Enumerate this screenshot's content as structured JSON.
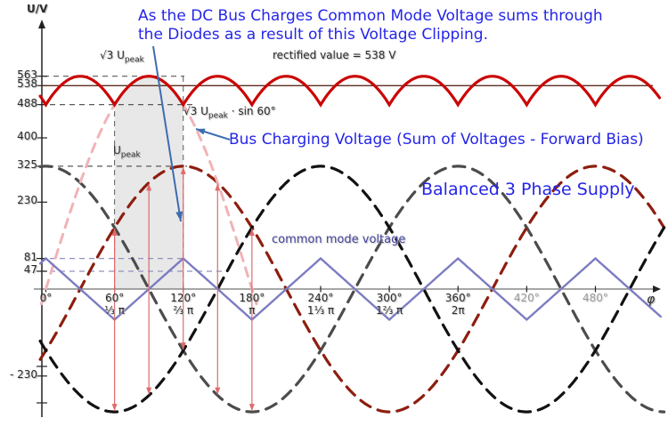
{
  "labels": {
    "unit": "U/V",
    "title1": "As the DC Bus Charges Common Mode Voltage sums through",
    "title2": "the Diodes as a result of this Voltage Clipping.",
    "rectified": "rectified value = 538 V",
    "sqrt3_main": "√3 U",
    "peak_sub": "peak",
    "sin_tail": " · sin 60°",
    "u_main": "U",
    "bus": "Bus Charging Voltage (Sum of Voltages - Forward Bias)",
    "balanced": "Balanced 3 Phase Supply",
    "common": "common mode voltage",
    "phi": "φ"
  },
  "colors": {
    "phaseGray": "#4c4c4c",
    "phaseRed": "#8d1e0f",
    "phaseBlack": "#121212",
    "pink": "#f1b3b7",
    "rectRed": "#cb0606",
    "avgLine": "#5c2d21",
    "triBlue": "#7c7cc2",
    "redArrow": "#e06b6b",
    "dashGray": "#5a5a5a",
    "dashBlueGray": "#9191bf",
    "axis": "#888888",
    "yAxis": "#222222",
    "blueArrow": "#3e6cb0",
    "shade": "#e4e4e4",
    "titleBlue": "#2525e8",
    "commonLabel": "#45459d"
  },
  "chart_data": {
    "type": "line",
    "title": "As the DC Bus Charges Common Mode Voltage sums through the Diodes as a result of this Voltage Clipping.",
    "x_axis": {
      "symbol": "φ",
      "unit": "degrees",
      "ticks": [
        {
          "deg": 0,
          "label": "0°",
          "radian": ""
        },
        {
          "deg": 60,
          "label": "60°",
          "radian": "⅓ π"
        },
        {
          "deg": 120,
          "label": "120°",
          "radian": "⅔ π"
        },
        {
          "deg": 180,
          "label": "180°",
          "radian": "π"
        },
        {
          "deg": 240,
          "label": "240°",
          "radian": "1⅓ π"
        },
        {
          "deg": 300,
          "label": "300°",
          "radian": "1⅔ π"
        },
        {
          "deg": 360,
          "label": "360°",
          "radian": "2π"
        },
        {
          "deg": 420,
          "label": "420°",
          "radian": "",
          "muted": true
        },
        {
          "deg": 480,
          "label": "480°",
          "radian": "",
          "muted": true
        }
      ]
    },
    "y_axis": {
      "unit": "U/V",
      "ticks": [
        {
          "value": 563,
          "label": "563"
        },
        {
          "value": 538,
          "label": "538"
        },
        {
          "value": 488,
          "label": "488"
        },
        {
          "value": 400,
          "label": "400"
        },
        {
          "value": 325,
          "label": "325"
        },
        {
          "value": 230,
          "label": "230"
        },
        {
          "value": 81,
          "label": "81"
        },
        {
          "value": 47,
          "label": "47"
        },
        {
          "value": -230,
          "label": "- 230"
        }
      ]
    },
    "series": [
      {
        "name": "phase-1-supply",
        "kind": "cos",
        "amplitude": 325,
        "phase_deg": 0,
        "from_deg": -5,
        "to_deg": 540,
        "dashed": true,
        "color_key": "phaseGray",
        "width": 3.2
      },
      {
        "name": "phase-2-supply",
        "kind": "cos",
        "amplitude": 325,
        "phase_deg": 120,
        "from_deg": -5,
        "to_deg": 540,
        "dashed": true,
        "color_key": "phaseRed",
        "width": 3.2
      },
      {
        "name": "phase-3-supply",
        "kind": "cos",
        "amplitude": 325,
        "phase_deg": 240,
        "from_deg": -5,
        "to_deg": 540,
        "dashed": true,
        "color_key": "phaseBlack",
        "width": 3.2
      },
      {
        "name": "bus-charging-voltage",
        "kind": "sin",
        "amplitude": 563,
        "phase_deg": 0,
        "from_deg": -4,
        "to_deg": 184,
        "dashed": true,
        "color_key": "pink",
        "width": 3
      },
      {
        "name": "rectified-dc-bus",
        "kind": "envelope6",
        "amplitude": 563,
        "valley": 488,
        "average": 538,
        "from_deg": -5,
        "to_deg": 536,
        "dashed": false,
        "color_key": "rectRed",
        "width": 3.2
      },
      {
        "name": "common-mode-voltage",
        "kind": "triangle",
        "amplitude": 81,
        "period_deg": 120,
        "peak_at_deg": 0,
        "from_deg": -5,
        "to_deg": 537,
        "dashed": false,
        "color_key": "triBlue",
        "width": 2.4
      }
    ],
    "annotations": {
      "arrow_degs": [
        60,
        90,
        120,
        150,
        180
      ],
      "shade_from_deg": 60,
      "shade_to_deg": 120,
      "average_value": 538,
      "key_values": {
        "sqrt3_upeak": 563,
        "sqrt3_upeak_sin60": 488,
        "upeak": 325,
        "common_mode_peak": 81,
        "common_mode_rms": 47
      },
      "gridlines": {
        "horizontal_values": [
          563,
          488,
          325,
          81,
          47
        ],
        "vertical_degs": [
          60,
          120
        ]
      }
    }
  }
}
